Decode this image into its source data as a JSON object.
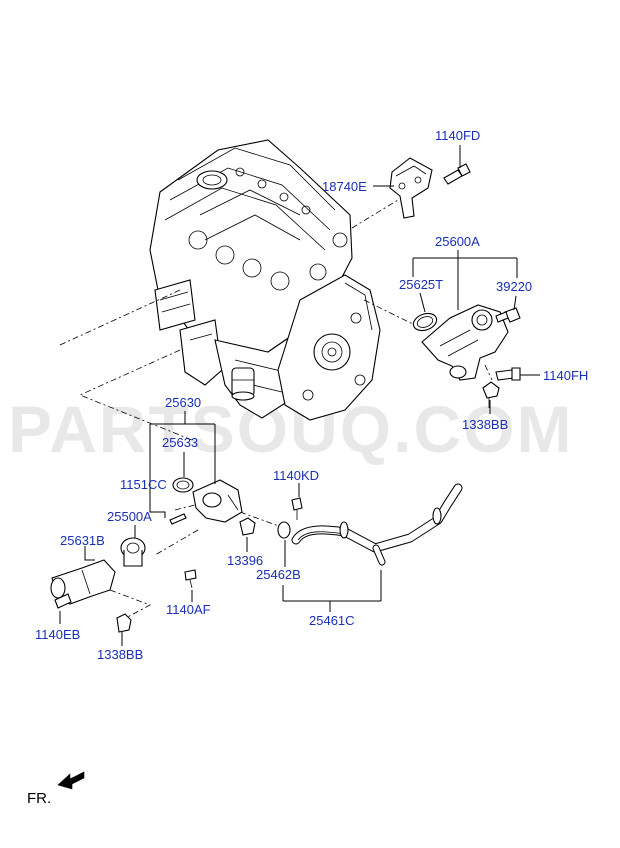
{
  "labels": {
    "l_1140FD": "1140FD",
    "l_18740E": "18740E",
    "l_25600A": "25600A",
    "l_25625T": "25625T",
    "l_39220": "39220",
    "l_1140FH": "1140FH",
    "l_1338BB_top": "1338BB",
    "l_25630": "25630",
    "l_25633": "25633",
    "l_1151CC": "1151CC",
    "l_25500A": "25500A",
    "l_25631B": "25631B",
    "l_1140EB": "1140EB",
    "l_1338BB_bottom": "1338BB",
    "l_1140AF": "1140AF",
    "l_13396": "13396",
    "l_1140KD": "1140KD",
    "l_25462B": "25462B",
    "l_25461C": "25461C"
  },
  "watermark": "PARTSOUQ.COM",
  "front_label": "FR.",
  "colors": {
    "label": "#1a2fb8",
    "line": "#000000",
    "background": "#ffffff"
  }
}
